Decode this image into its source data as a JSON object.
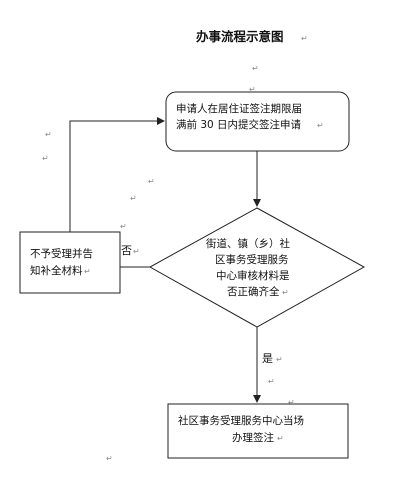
{
  "title": "办事流程示意图",
  "paragraph_mark": "↵",
  "nodes": {
    "apply": {
      "line1": "申请人在居住证签注期限届",
      "line2": "满前 30 日内提交签注申请"
    },
    "review": {
      "line1": "街道、镇（乡）社",
      "line2": "区事务受理服务",
      "line3": "中心审核材料是",
      "line4": "否正确齐全"
    },
    "reject": {
      "line1": "不予受理并告",
      "line2": "知补全材料"
    },
    "approve": {
      "line1": "社区事务受理服务中心当场",
      "line2": "办理签注"
    }
  },
  "edge_labels": {
    "no": "否",
    "yes": "是"
  },
  "colors": {
    "line": "#222222",
    "text": "#111111",
    "mark": "#8a8a8a"
  }
}
